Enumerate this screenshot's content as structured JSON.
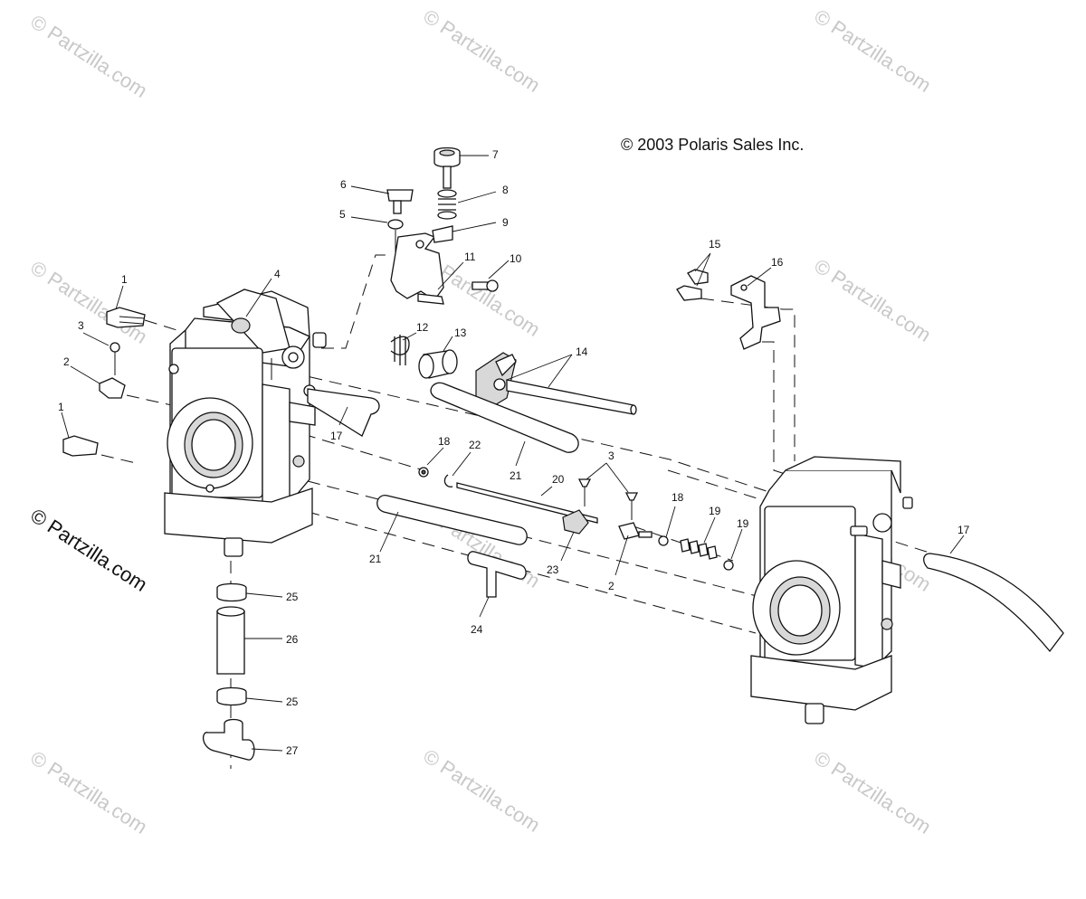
{
  "copyright": "© 2003 Polaris Sales Inc.",
  "watermark": "© Partzilla.com",
  "side_watermark": "© Partzilla.com",
  "labels": [
    {
      "id": "l1a",
      "text": "1"
    },
    {
      "id": "l1b",
      "text": "1"
    },
    {
      "id": "l2a",
      "text": "2"
    },
    {
      "id": "l2b",
      "text": "2"
    },
    {
      "id": "l3a",
      "text": "3"
    },
    {
      "id": "l3b",
      "text": "3"
    },
    {
      "id": "l4",
      "text": "4"
    },
    {
      "id": "l5",
      "text": "5"
    },
    {
      "id": "l6",
      "text": "6"
    },
    {
      "id": "l7",
      "text": "7"
    },
    {
      "id": "l8",
      "text": "8"
    },
    {
      "id": "l9",
      "text": "9"
    },
    {
      "id": "l10",
      "text": "10"
    },
    {
      "id": "l11",
      "text": "11"
    },
    {
      "id": "l12",
      "text": "12"
    },
    {
      "id": "l13",
      "text": "13"
    },
    {
      "id": "l14",
      "text": "14"
    },
    {
      "id": "l15",
      "text": "15"
    },
    {
      "id": "l16",
      "text": "16"
    },
    {
      "id": "l17a",
      "text": "17"
    },
    {
      "id": "l17b",
      "text": "17"
    },
    {
      "id": "l18a",
      "text": "18"
    },
    {
      "id": "l18b",
      "text": "18"
    },
    {
      "id": "l19a",
      "text": "19"
    },
    {
      "id": "l19b",
      "text": "19"
    },
    {
      "id": "l20",
      "text": "20"
    },
    {
      "id": "l21a",
      "text": "21"
    },
    {
      "id": "l21b",
      "text": "21"
    },
    {
      "id": "l22",
      "text": "22"
    },
    {
      "id": "l23",
      "text": "23"
    },
    {
      "id": "l24",
      "text": "24"
    },
    {
      "id": "l25a",
      "text": "25"
    },
    {
      "id": "l25b",
      "text": "25"
    },
    {
      "id": "l26",
      "text": "26"
    },
    {
      "id": "l27",
      "text": "27"
    }
  ]
}
